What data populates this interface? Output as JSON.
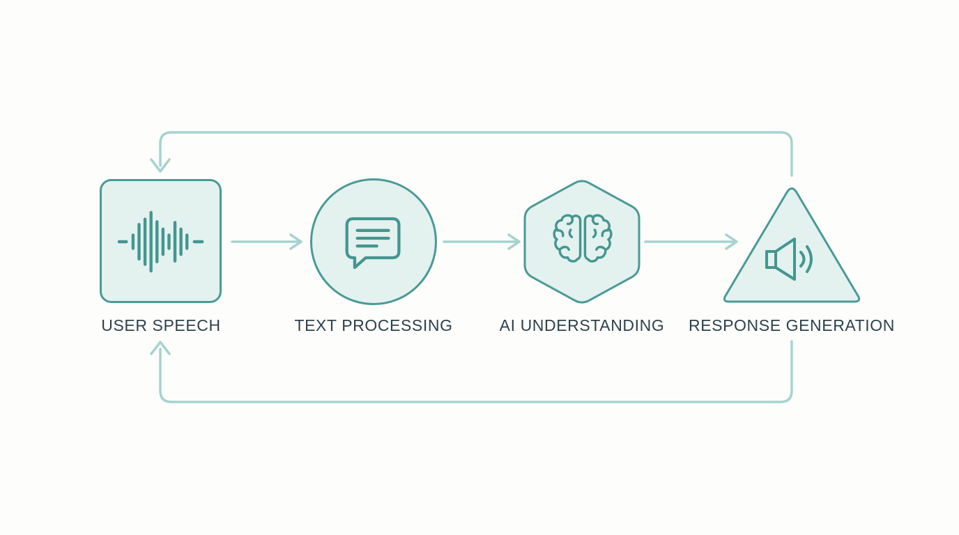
{
  "diagram": {
    "type": "flowchart",
    "description": "voice-assistant processing loop",
    "nodes": [
      {
        "id": "user-speech",
        "label": "USER SPEECH",
        "shape": "rounded-square",
        "icon": "waveform-icon"
      },
      {
        "id": "text-processing",
        "label": "TEXT PROCESSING",
        "shape": "circle",
        "icon": "chat-bubble-icon"
      },
      {
        "id": "ai-understanding",
        "label": "AI UNDERSTANDING",
        "shape": "hexagon",
        "icon": "brain-icon"
      },
      {
        "id": "response-generation",
        "label": "RESPONSE GENERATION",
        "shape": "triangle",
        "icon": "speaker-icon"
      }
    ],
    "connections": [
      {
        "from": "user-speech",
        "to": "text-processing",
        "style": "straight-arrow-right"
      },
      {
        "from": "text-processing",
        "to": "ai-understanding",
        "style": "straight-arrow-right"
      },
      {
        "from": "ai-understanding",
        "to": "response-generation",
        "style": "straight-arrow-right"
      },
      {
        "from": "response-generation",
        "to": "user-speech",
        "style": "feedback-loop-top, arrow into top of user-speech"
      },
      {
        "from": "response-generation",
        "to": "user-speech",
        "style": "feedback-loop-bottom, arrow up toward user-speech"
      }
    ]
  },
  "theme": {
    "background": "#fdfdfc",
    "fill": "#e3f1ef",
    "accent": "#4a9a95",
    "icon": "#44968f",
    "connector": "#a6d3cf",
    "label": "#2d414b"
  }
}
